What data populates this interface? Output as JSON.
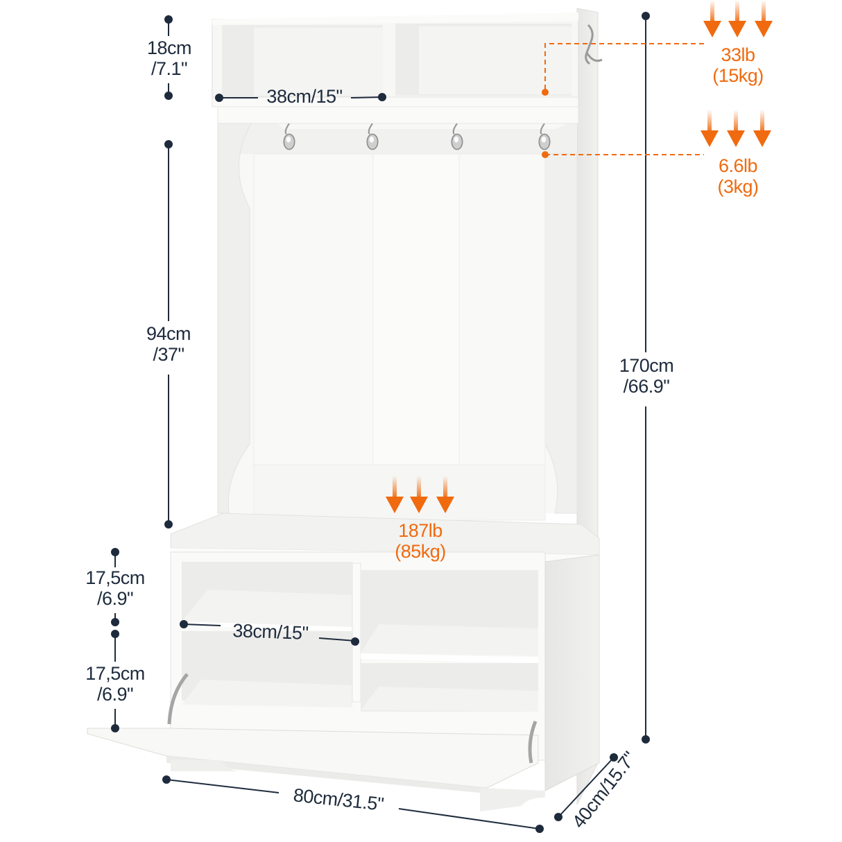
{
  "figure": {
    "subject": "hall-tree-with-shoe-bench",
    "colors": {
      "dimension_line": "#1e2b3c",
      "load_accent": "#f06a0f",
      "furniture": "#f7f7f5",
      "furniture_shade": "#e8e8e6",
      "background": "#ffffff"
    }
  },
  "dimensions": {
    "top_shelf_height": {
      "cm": "18cm",
      "inch": "/7.1\""
    },
    "top_cubby_width": {
      "text": "38cm/15\""
    },
    "back_panel_height": {
      "cm": "94cm",
      "inch": "/37\""
    },
    "total_height": {
      "cm": "170cm",
      "inch": "/66.9\""
    },
    "bench_upper_cubby_height": {
      "cm": "17,5cm",
      "inch": "/6.9\""
    },
    "bench_lower_cubby_height": {
      "cm": "17,5cm",
      "inch": "/6.9\""
    },
    "bench_cubby_width": {
      "text": "38cm/15\""
    },
    "total_width": {
      "text": "80cm/31.5\""
    },
    "depth": {
      "text": "40cm/15.7\""
    }
  },
  "load_capacity": {
    "top_shelf": {
      "lb": "33lb",
      "kg": "(15kg)"
    },
    "hooks": {
      "lb": "6.6lb",
      "kg": "(3kg)"
    },
    "bench_seat": {
      "lb": "187lb",
      "kg": "(85kg)"
    }
  },
  "icons": {
    "load_arrow": "down-arrow-icon",
    "dimension_endpoint": "dot-icon",
    "hook": "coat-hook-icon"
  }
}
